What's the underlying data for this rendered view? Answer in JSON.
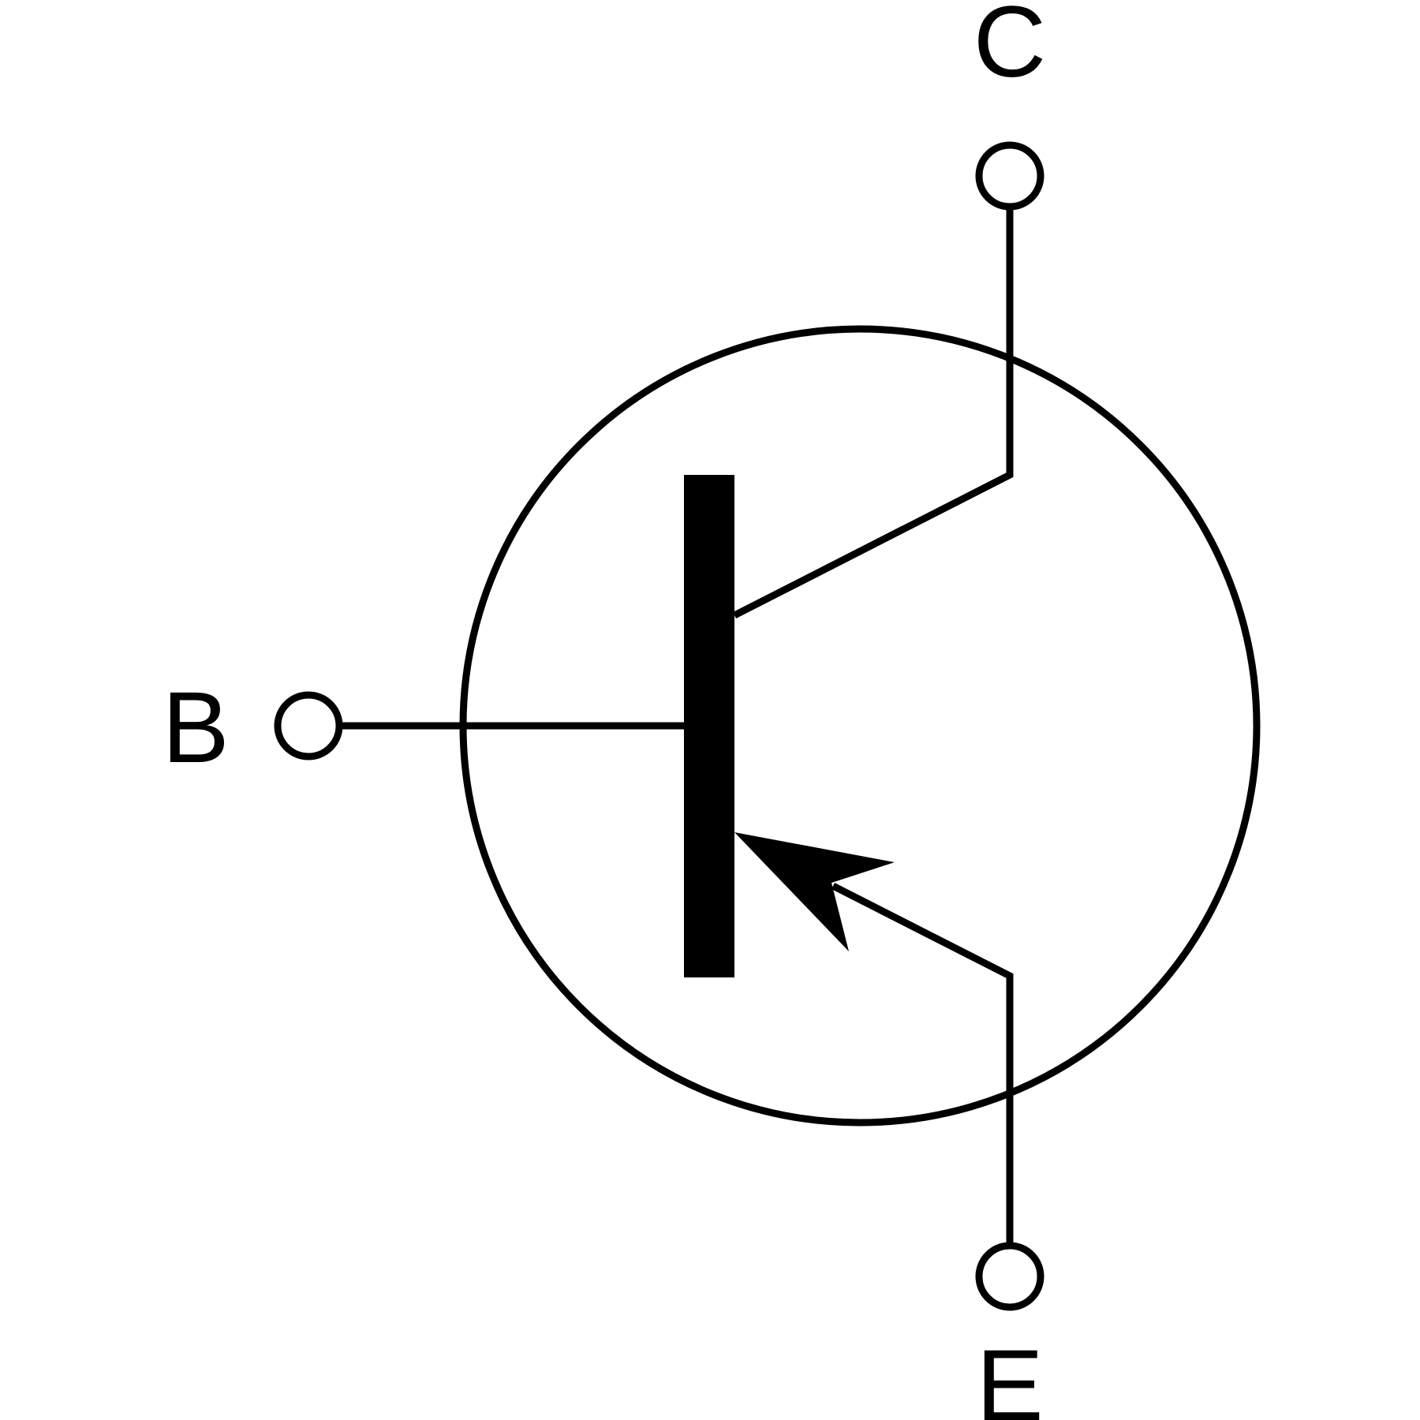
{
  "diagram": {
    "type": "transistor-symbol",
    "terminals": {
      "collector": "C",
      "base": "B",
      "emitter": "E"
    },
    "colors": {
      "stroke": "#000000",
      "background": "#ffffff"
    }
  }
}
